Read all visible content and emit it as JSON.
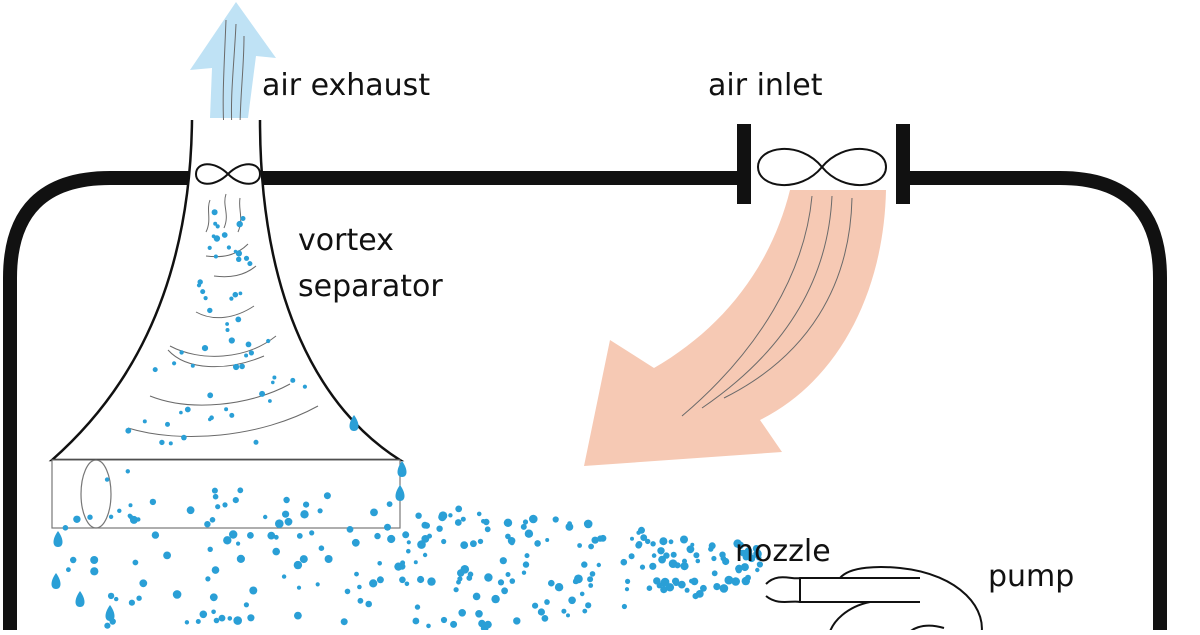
{
  "labels": {
    "air_exhaust": "air exhaust",
    "air_inlet": "air inlet",
    "vortex_line1": "vortex",
    "vortex_line2": "separator",
    "nozzle": "nozzle",
    "pump": "pump"
  },
  "colors": {
    "outline": "#111111",
    "droplet": "#2a9fd6",
    "exhaust_arrow": "#bfe2f5",
    "inlet_arrow": "#f6c9b4",
    "swirl": "#6a6a6a"
  },
  "icons": {
    "fan": "fan-icon",
    "pump": "pump-icon",
    "droplet": "water-droplet-icon"
  }
}
